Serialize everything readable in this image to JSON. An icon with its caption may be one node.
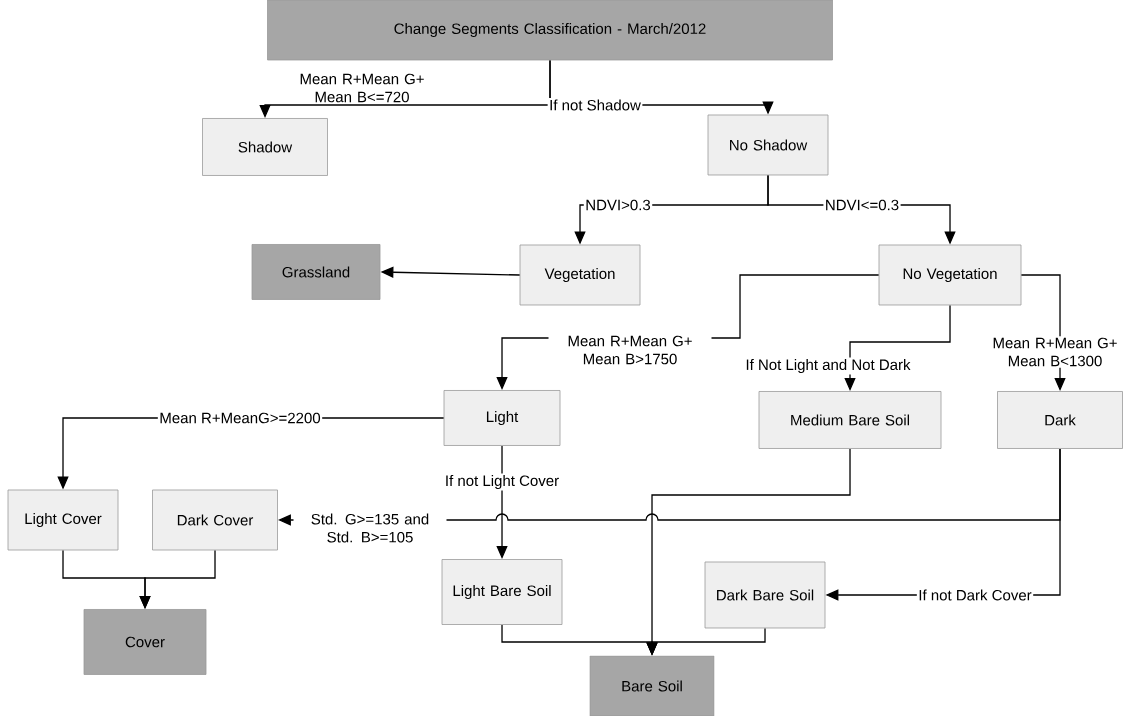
{
  "diagram": {
    "nodes": [
      {
        "text": [
          "Change Segments Classification - March/2012"
        ]
      },
      {
        "text": [
          "Shadow"
        ]
      },
      {
        "text": [
          "No Shadow"
        ]
      },
      {
        "text": [
          "Grassland"
        ]
      },
      {
        "text": [
          "Vegetation"
        ]
      },
      {
        "text": [
          "No Vegetation"
        ]
      },
      {
        "text": [
          "Light"
        ]
      },
      {
        "text": [
          "Medium Bare Soil"
        ]
      },
      {
        "text": [
          "Dark"
        ]
      },
      {
        "text": [
          "Light Cover"
        ]
      },
      {
        "text": [
          "Dark Cover"
        ]
      },
      {
        "text": [
          "Light Bare Soil"
        ]
      },
      {
        "text": [
          "Dark Bare Soil"
        ]
      },
      {
        "text": [
          "Cover"
        ]
      },
      {
        "text": [
          "Bare Soil"
        ]
      }
    ],
    "edges": [
      {
        "from": 0,
        "to": 1,
        "arrow": "to",
        "label": "Mean R+Mean G+ Mean B<=720"
      },
      {
        "from": 0,
        "to": 2,
        "arrow": "to",
        "label": "If not Shadow"
      },
      {
        "from": 2,
        "to": 4,
        "arrow": "to",
        "label": "NDVI>0.3"
      },
      {
        "from": 2,
        "to": 5,
        "arrow": "to",
        "label": "NDVI<=0.3"
      },
      {
        "from": 4,
        "to": 3,
        "arrow": "to"
      },
      {
        "from": 5,
        "to": 6,
        "arrow": "to",
        "label": "Mean R+Mean G+ Mean B>1750"
      },
      {
        "from": 5,
        "to": 7,
        "arrow": "to",
        "label": "If Not Light and Not Dark"
      },
      {
        "from": 5,
        "to": 8,
        "arrow": "to",
        "label": "Mean R+Mean G+ Mean B<1300"
      },
      {
        "from": 6,
        "to": 9,
        "arrow": "to",
        "label": "Mean R+MeanG>=2200"
      },
      {
        "from": 6,
        "to": 11,
        "arrow": "to",
        "label": "If not Light Cover"
      },
      {
        "from": 8,
        "to": 10,
        "arrow": "to",
        "label": "Std. G>=135 and Std. B>=105"
      },
      {
        "from": 8,
        "to": 12,
        "arrow": "to",
        "label": "If not Dark Cover"
      },
      {
        "from": 7,
        "to": 14,
        "arrow": "to"
      },
      {
        "from": 11,
        "to": 14,
        "arrow": "to"
      },
      {
        "from": 12,
        "to": 14,
        "arrow": "to"
      },
      {
        "from": 9,
        "to": 13,
        "arrow": "to"
      },
      {
        "from": 10,
        "to": 13,
        "arrow": "to"
      }
    ]
  }
}
